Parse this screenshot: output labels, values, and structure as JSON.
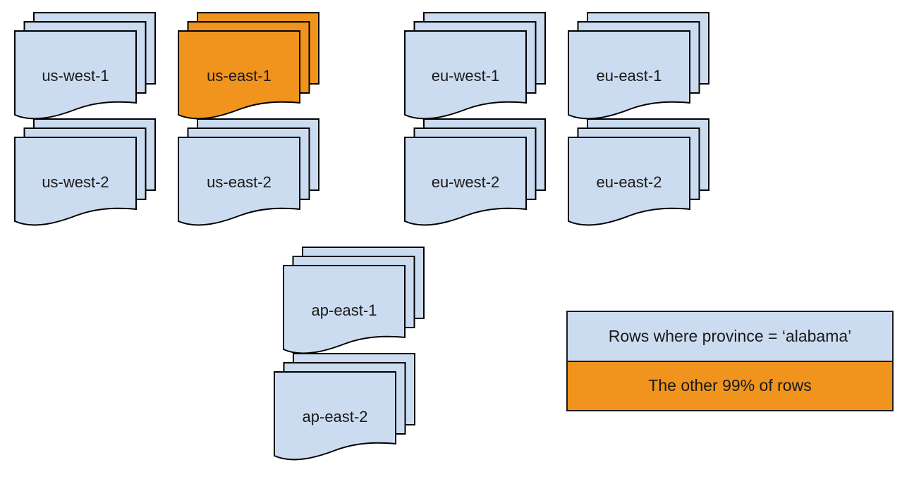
{
  "diagram": {
    "colors": {
      "region_fill": "#ccdcf0",
      "highlight_fill": "#f0941e",
      "stroke": "#000000",
      "text": "#1a1a1a",
      "background": "#ffffff"
    },
    "stacks": [
      {
        "id": "us-west-1",
        "label": "us-west-1",
        "highlighted": false
      },
      {
        "id": "us-east-1",
        "label": "us-east-1",
        "highlighted": true
      },
      {
        "id": "eu-west-1",
        "label": "eu-west-1",
        "highlighted": false
      },
      {
        "id": "eu-east-1",
        "label": "eu-east-1",
        "highlighted": false
      },
      {
        "id": "us-west-2",
        "label": "us-west-2",
        "highlighted": false
      },
      {
        "id": "us-east-2",
        "label": "us-east-2",
        "highlighted": false
      },
      {
        "id": "eu-west-2",
        "label": "eu-west-2",
        "highlighted": false
      },
      {
        "id": "eu-east-2",
        "label": "eu-east-2",
        "highlighted": false
      },
      {
        "id": "ap-east-1",
        "label": "ap-east-1",
        "highlighted": false
      },
      {
        "id": "ap-east-2",
        "label": "ap-east-2",
        "highlighted": false
      }
    ],
    "legend": {
      "items": [
        {
          "label": "Rows where province = ‘alabama’",
          "color": "#ccdcf0"
        },
        {
          "label": "The other 99% of rows",
          "color": "#f0941e"
        }
      ]
    }
  }
}
